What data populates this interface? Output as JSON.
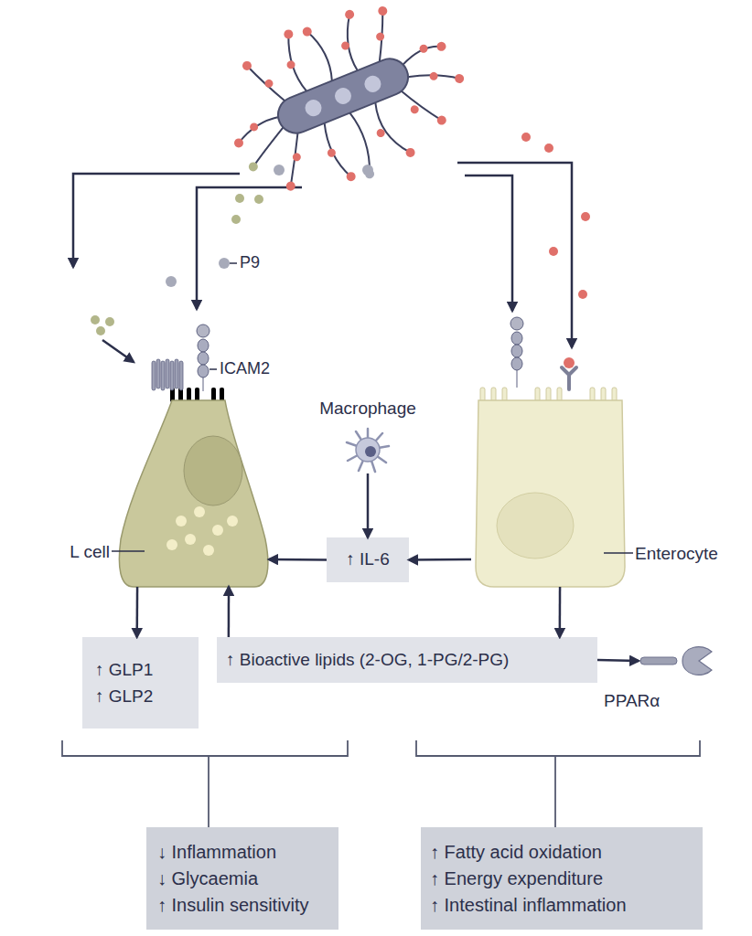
{
  "diagram": {
    "nodes": [
      {
        "text": [
          "Macrophage"
        ]
      },
      {
        "text": [
          "L cell"
        ]
      },
      {
        "text": [
          "↑ IL-6"
        ]
      },
      {
        "text": [
          "Enterocyte"
        ]
      },
      {
        "text": [
          "↑ GLP1",
          "↑ GLP2"
        ]
      },
      {
        "text": [
          "↑ Bioactive lipids (2-OG, 1-PG/2-PG)"
        ]
      },
      {
        "text": [
          "PPARα"
        ]
      },
      {
        "text": [
          "↓ Inflammation",
          "↓ Glycaemia",
          "↑ Insulin sensitivity"
        ]
      },
      {
        "text": [
          "↑ Fatty acid oxidation",
          "↑ Energy expenditure",
          "↑ Intestinal inflammation"
        ]
      }
    ],
    "edges": [
      {
        "from": 0,
        "to": 2,
        "arrow": "to"
      },
      {
        "from": 3,
        "to": 2,
        "arrow": "to"
      },
      {
        "from": 2,
        "to": 1,
        "arrow": "to"
      },
      {
        "from": 1,
        "to": 4,
        "arrow": "to"
      },
      {
        "from": 5,
        "to": 1,
        "arrow": "to"
      },
      {
        "from": 3,
        "to": 5,
        "arrow": "to"
      },
      {
        "from": 5,
        "to": 6,
        "arrow": "to"
      }
    ],
    "labels": [
      "P9",
      "ICAM2"
    ]
  }
}
